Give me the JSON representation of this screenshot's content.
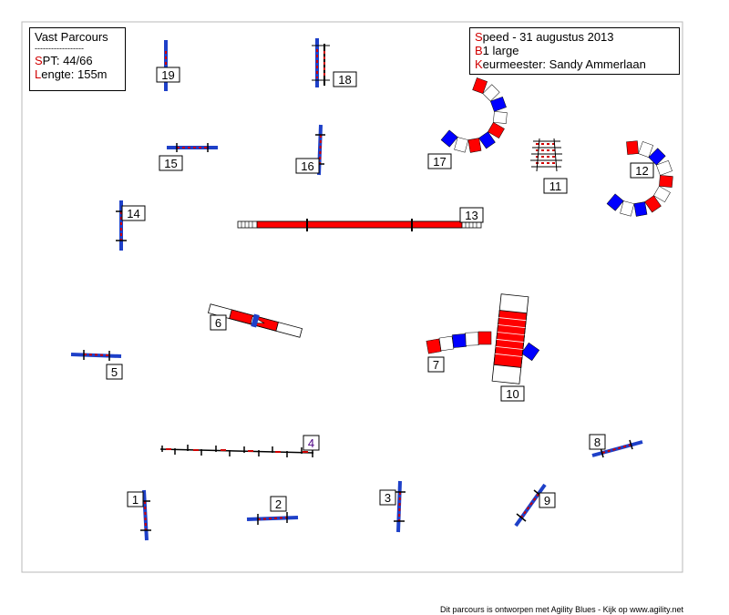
{
  "course_info": {
    "title": "Vast Parcours",
    "separator": "------------------",
    "spt": "SPT:  44/66",
    "length": "Lengte: 155m"
  },
  "event_info": {
    "line1": "Speed - 31 augustus 2013",
    "line2": "B1 large",
    "line3": "Keurmeester: Sandy Ammerlaan"
  },
  "obstacles": [
    {
      "number": "1",
      "type": "hurdle"
    },
    {
      "number": "2",
      "type": "hurdle"
    },
    {
      "number": "3",
      "type": "hurdle"
    },
    {
      "number": "4",
      "type": "weave-poles"
    },
    {
      "number": "5",
      "type": "hurdle"
    },
    {
      "number": "6",
      "type": "seesaw"
    },
    {
      "number": "7",
      "type": "tunnel"
    },
    {
      "number": "8",
      "type": "hurdle"
    },
    {
      "number": "9",
      "type": "hurdle"
    },
    {
      "number": "10",
      "type": "table"
    },
    {
      "number": "11",
      "type": "tire"
    },
    {
      "number": "12",
      "type": "tunnel"
    },
    {
      "number": "13",
      "type": "dogwalk"
    },
    {
      "number": "14",
      "type": "hurdle"
    },
    {
      "number": "15",
      "type": "hurdle"
    },
    {
      "number": "16",
      "type": "hurdle"
    },
    {
      "number": "17",
      "type": "tunnel"
    },
    {
      "number": "18",
      "type": "double-hurdle"
    },
    {
      "number": "19",
      "type": "hurdle"
    }
  ],
  "footer": "Dit parcours is ontworpen met Agility Blues - Kijk op www.agility.net",
  "colors": {
    "red": "#ff0000",
    "blue": "#0000ff",
    "wing": "#1e40c8",
    "navy": "#00005a"
  }
}
